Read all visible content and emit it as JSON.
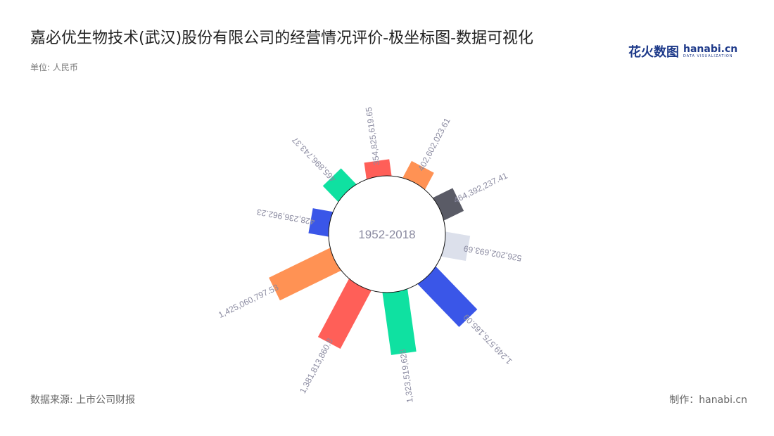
{
  "title": "嘉必优生物技术(武汉)股份有限公司的经营情况评价-极坐标图-数据可视化",
  "unit": "单位: 人民币",
  "logo": {
    "cn": "花火数图",
    "en": "hanabi.cn",
    "tagline": "DATA VISUALIZATION"
  },
  "source": "数据来源: 上市公司财报",
  "maker": "制作：hanabi.cn",
  "chart_data": {
    "type": "polar-bar",
    "center_label": "1952-2018",
    "values": [
      354825619.65,
      402602023.61,
      464392237.41,
      526202693.69,
      1249575165.09,
      1323519628,
      1381813860.8,
      1425060797.53,
      428236962.23,
      465896743.37
    ],
    "labels": [
      "354,825,619.65",
      "402,602,023.61",
      "464,392,237.41",
      "526,202,693.69",
      "1,249,575,165.09",
      "1,323,519,628",
      "1,381,813,860.8",
      "1,425,060,797.53",
      "428,236,962.23",
      "465,896,743.37"
    ],
    "colors": [
      "#ff5f58",
      "#ff9254",
      "#5a5b66",
      "#dce0eb",
      "#3a56e8",
      "#0fe1a1",
      "#ff5f58",
      "#ff9254",
      "#3a56e8",
      "#0fe1a1"
    ]
  }
}
